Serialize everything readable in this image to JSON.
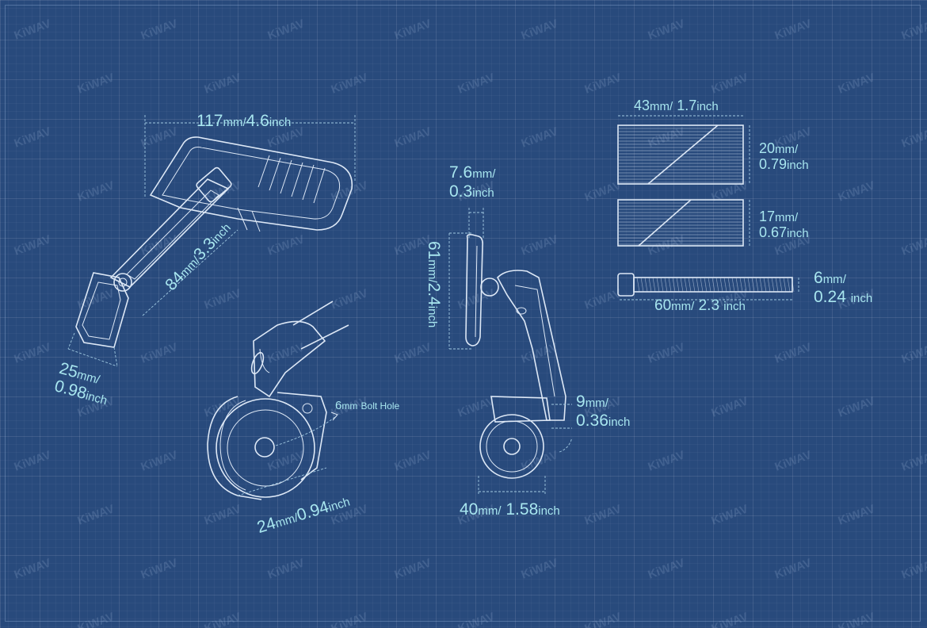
{
  "watermark_text": "KiWAV",
  "labels": {
    "width_mirror": {
      "value": "117",
      "unit1": "mm",
      "sep": "/",
      "value2": "4.6",
      "unit2": "inch"
    },
    "arm_length": {
      "value": "84",
      "unit1": "mm",
      "sep": "/",
      "value2": "3.3",
      "unit2": "inch"
    },
    "mirror_thickness": {
      "value": "25",
      "unit1": "mm",
      "sep": "/",
      "value2": "0.98",
      "unit2": "inch"
    },
    "bolt_hole": {
      "value": "6",
      "unit1": "mm",
      "text": "Bolt Hole"
    },
    "clamp_diameter": {
      "value": "24",
      "unit1": "mm",
      "sep": "/",
      "value2": "0.94",
      "unit2": "inch"
    },
    "side_thickness": {
      "value": "7.6",
      "unit1": "mm",
      "sep": "/",
      "value2": "0.3",
      "unit2": "inch"
    },
    "side_height": {
      "value": "61",
      "unit1": "mm",
      "sep": "/",
      "value2": "2.4",
      "unit2": "inch"
    },
    "offset": {
      "value": "9",
      "unit1": "mm",
      "sep": "/",
      "value2": "0.36",
      "unit2": "inch"
    },
    "base_width": {
      "value": "40",
      "unit1": "mm",
      "sep": "/",
      "value2": "1.58",
      "unit2": "inch"
    },
    "spacer_width": {
      "value": "43",
      "unit1": "mm",
      "sep": "/",
      "value2": "1.7",
      "unit2": "inch"
    },
    "spacer1_height": {
      "value": "20",
      "unit1": "mm",
      "sep": "/",
      "value2": "0.79",
      "unit2": "inch"
    },
    "spacer2_height": {
      "value": "17",
      "unit1": "mm",
      "sep": "/",
      "value2": "0.67",
      "unit2": "inch"
    },
    "bolt_diameter": {
      "value": "6",
      "unit1": "mm",
      "sep": "/",
      "value2": "0.24",
      "unit2": "inch"
    },
    "bolt_length": {
      "value": "60",
      "unit1": "mm",
      "sep": "/",
      "value2": "2.3",
      "unit2": "inch"
    }
  },
  "colors": {
    "background": "#284a7c",
    "label": "#a8e6ef",
    "line": "#dde8f6"
  }
}
